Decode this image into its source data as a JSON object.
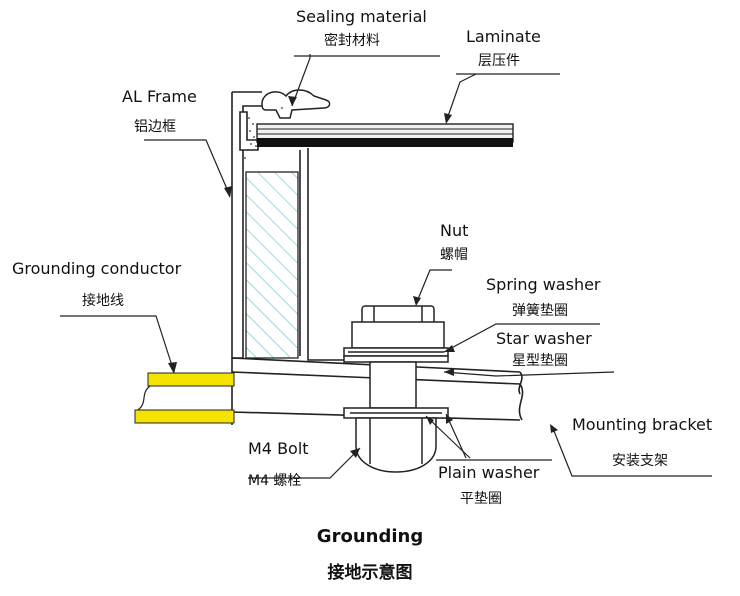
{
  "labels": {
    "sealing_material_en": "Sealing material",
    "sealing_material_cn": "密封材料",
    "laminate_en": "Laminate",
    "laminate_cn": "层压件",
    "al_frame_en": "AL Frame",
    "al_frame_cn": "铝边框",
    "nut_en": "Nut",
    "nut_cn": "螺帽",
    "grounding_conductor_en": "Grounding conductor",
    "grounding_conductor_cn": "接地线",
    "spring_washer_en": "Spring washer",
    "spring_washer_cn": "弹簧垫圈",
    "star_washer_en": "Star washer",
    "star_washer_cn": "星型垫圈",
    "mounting_bracket_en": "Mounting bracket",
    "mounting_bracket_cn": "安装支架",
    "m4_bolt_en": "M4 Bolt",
    "m4_bolt_cn": "M4 螺栓",
    "plain_washer_en": "Plain washer",
    "plain_washer_cn": "平垫圈"
  },
  "title": {
    "en": "Grounding",
    "cn": "接地示意图"
  },
  "colors": {
    "line": "#222222",
    "conductor": "#f4e200",
    "glass_hatch": "#66c6d8",
    "laminate_dark": "#111111",
    "laminate_light": "#f2f2f2"
  }
}
